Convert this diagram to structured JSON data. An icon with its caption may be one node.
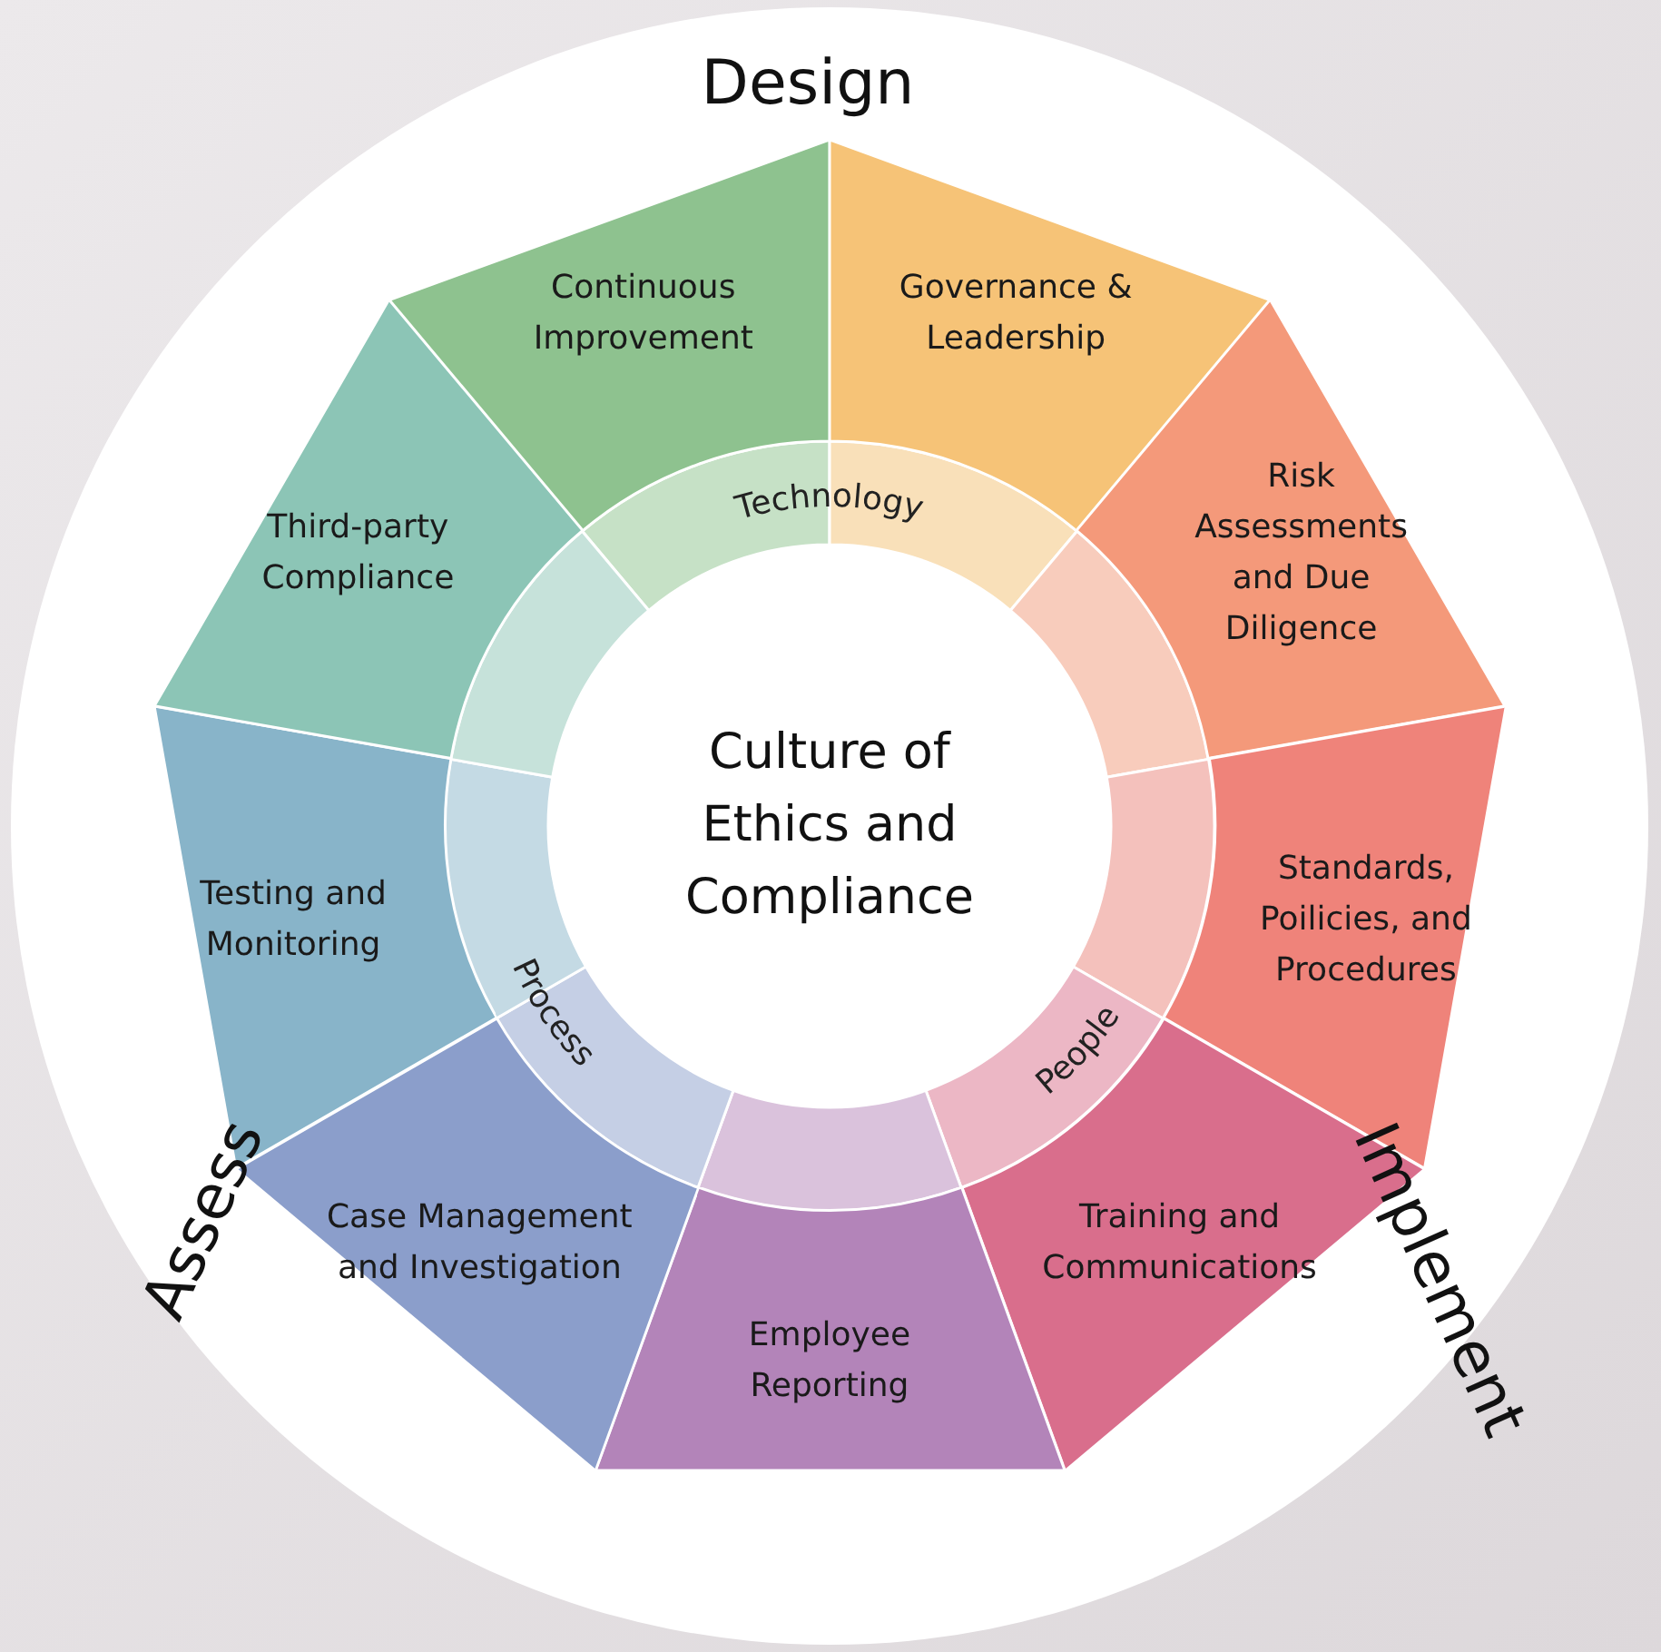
{
  "diagram": {
    "nodes": [
      {
        "text": [
          "Culture of Ethics and Compliance"
        ]
      },
      {
        "text": [
          "Continuous Improvement"
        ]
      },
      {
        "text": [
          "Governance & Leadership"
        ]
      },
      {
        "text": [
          "Risk Assessments and Due Diligence"
        ]
      },
      {
        "text": [
          "Standards, Poilicies, and Procedures"
        ]
      },
      {
        "text": [
          "Training and Communications"
        ]
      },
      {
        "text": [
          "Employee Reporting"
        ]
      },
      {
        "text": [
          "Case Management and Investigation"
        ]
      },
      {
        "text": [
          "Testing and Monitoring"
        ]
      },
      {
        "text": [
          "Third-party Compliance"
        ]
      }
    ],
    "edges": [],
    "labels": [
      "Design",
      "Technology",
      "People",
      "Process",
      "Implement",
      "Assess"
    ]
  }
}
